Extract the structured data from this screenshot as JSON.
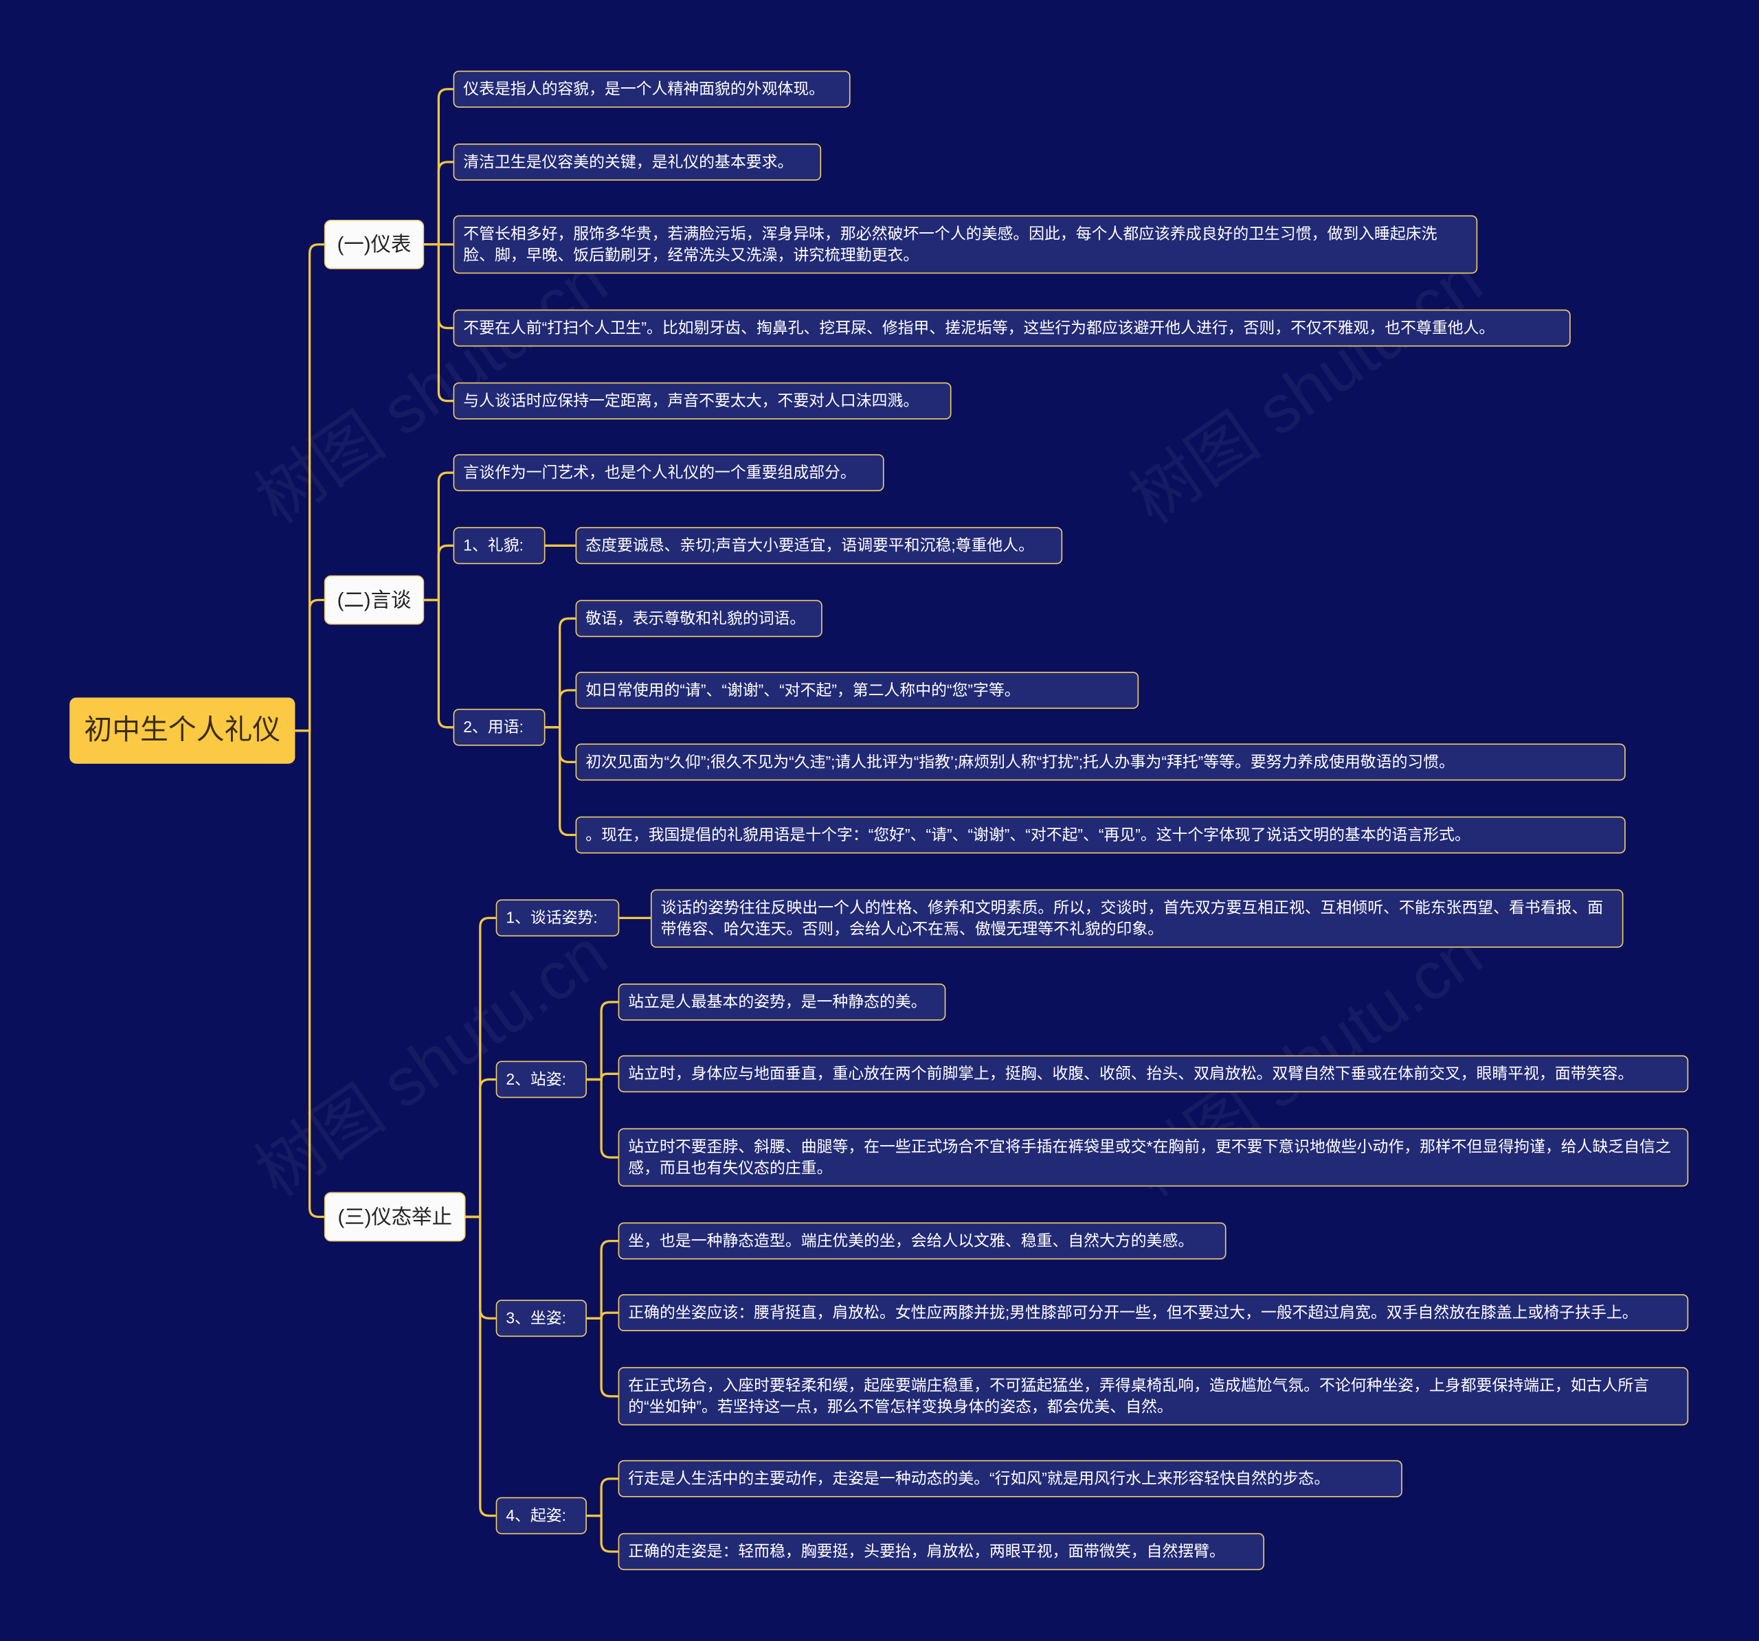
{
  "root": "初中生个人礼仪",
  "watermark": "树图 shutu.cn",
  "b1": {
    "label": "(一)仪表",
    "items": [
      "仪表是指人的容貌，是一个人精神面貌的外观体现。",
      "清洁卫生是仪容美的关键，是礼仪的基本要求。",
      "不管长相多好，服饰多华贵，若满脸污垢，浑身异味，那必然破坏一个人的美感。因此，每个人都应该养成良好的卫生习惯，做到入睡起床洗脸、脚，早晚、饭后勤刷牙，经常洗头又洗澡，讲究梳理勤更衣。",
      "不要在人前“打扫个人卫生”。比如剔牙齿、掏鼻孔、挖耳屎、修指甲、搓泥垢等，这些行为都应该避开他人进行，否则，不仅不雅观，也不尊重他人。",
      "与人谈话时应保持一定距离，声音不要太大，不要对人口沫四溅。"
    ]
  },
  "b2": {
    "label": "(二)言谈",
    "intro": "言谈作为一门艺术，也是个人礼仪的一个重要组成部分。",
    "limao": {
      "label": "1、礼貌:",
      "items": [
        "态度要诚恳、亲切;声音大小要适宜，语调要平和沉稳;尊重他人。"
      ]
    },
    "yongyu": {
      "label": "2、用语:",
      "items": [
        "敬语，表示尊敬和礼貌的词语。",
        "如日常使用的“请”、“谢谢”、“对不起”，第二人称中的“您”字等。",
        "初次见面为“久仰”;很久不见为“久违”;请人批评为“指教’;麻烦别人称“打扰”;托人办事为“拜托”等等。要努力养成使用敬语的习惯。",
        "。现在，我国提倡的礼貌用语是十个字：“您好”、“请”、“谢谢”、“对不起”、“再见”。这十个字体现了说话文明的基本的语言形式。"
      ]
    }
  },
  "b3": {
    "label": "(三)仪态举止",
    "groups": [
      {
        "label": "1、谈话姿势:",
        "items": [
          "谈话的姿势往往反映出一个人的性格、修养和文明素质。所以，交谈时，首先双方要互相正视、互相倾听、不能东张西望、看书看报、面带倦容、哈欠连天。否则，会给人心不在焉、傲慢无理等不礼貌的印象。"
        ]
      },
      {
        "label": "2、站姿:",
        "items": [
          "站立是人最基本的姿势，是一种静态的美。",
          "站立时，身体应与地面垂直，重心放在两个前脚掌上，挺胸、收腹、收颌、抬头、双肩放松。双臂自然下垂或在体前交叉，眼睛平视，面带笑容。",
          "站立时不要歪脖、斜腰、曲腿等，在一些正式场合不宜将手插在裤袋里或交*在胸前，更不要下意识地做些小动作，那样不但显得拘谨，给人缺乏自信之感，而且也有失仪态的庄重。"
        ]
      },
      {
        "label": "3、坐姿:",
        "items": [
          "坐，也是一种静态造型。端庄优美的坐，会给人以文雅、稳重、自然大方的美感。",
          "正确的坐姿应该：腰背挺直，肩放松。女性应两膝并拢;男性膝部可分开一些，但不要过大，一般不超过肩宽。双手自然放在膝盖上或椅子扶手上。",
          "在正式场合，入座时要轻柔和缓，起座要端庄稳重，不可猛起猛坐，弄得桌椅乱响，造成尴尬气氛。不论何种坐姿，上身都要保持端正，如古人所言的“坐如钟”。若坚持这一点，那么不管怎样变换身体的姿态，都会优美、自然。"
        ]
      },
      {
        "label": "4、起姿:",
        "items": [
          "行走是人生活中的主要动作，走姿是一种动态的美。“行如风”就是用风行水上来形容轻快自然的步态。",
          "正确的走姿是：轻而稳，胸要挺，头要抬，肩放松，两眼平视，面带微笑，自然摆臂。"
        ]
      }
    ]
  },
  "colors": {
    "background": "#0a0f5c",
    "node": "#222a75",
    "border": "#f1cd6a",
    "root": "#fcc944",
    "wire": "#f3c63f"
  }
}
